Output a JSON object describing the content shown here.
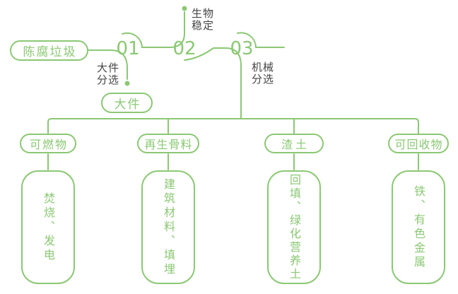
{
  "colors": {
    "line_green": "#8bc874",
    "label_dark": "#454545",
    "background": "#ffffff"
  },
  "source": {
    "label": "陈腐垃圾"
  },
  "steps": [
    {
      "number": "01",
      "label": "大件\n分选",
      "output": "大件"
    },
    {
      "number": "02",
      "label": "生物\n稳定"
    },
    {
      "number": "03",
      "label": "机械\n分选"
    }
  ],
  "branches": [
    {
      "category": "可燃物",
      "detail": "焚烧、发电"
    },
    {
      "category": "再生骨料",
      "detail": "建筑材料、填埋"
    },
    {
      "category": "渣土",
      "detail": "回填、绿化营养土"
    },
    {
      "category": "可回收物",
      "detail": "铁、有色金属"
    }
  ]
}
